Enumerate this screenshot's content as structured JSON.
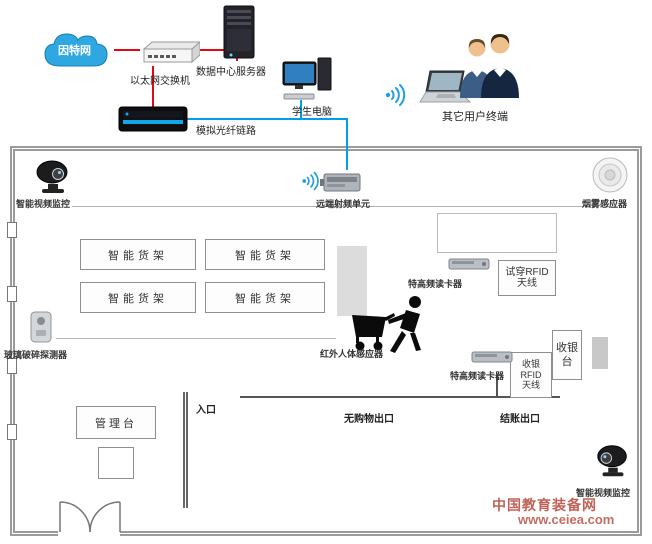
{
  "top": {
    "internet": "因特网",
    "switch_label": "以太网交换机",
    "server_label": "数据中心服务器",
    "pc_label": "学生电脑",
    "fiber_label": "模拟光纤链路",
    "other_terminals": "其它用户终端"
  },
  "store": {
    "camera_tl": "智能视频监控",
    "rru": "远端射频单元",
    "smoke": "烟雾感应器",
    "shelves": [
      "智能货架",
      "智能货架",
      "智能货架",
      "智能货架"
    ],
    "uhf_fitting": "特高频读卡器",
    "fitting_ant1": "试穿RFID",
    "fitting_ant2": "天线",
    "glass": "玻璃破碎探测器",
    "infrared": "红外人体感应器",
    "uhf_cashier": "特高频读卡器",
    "cash_ant1": "收银",
    "cash_ant2": "RFID",
    "cash_ant3": "天线",
    "cashier_desk": "收银台",
    "management": "管理台",
    "entrance": "入口",
    "exit_no_purchase": "无购物出口",
    "exit_checkout": "结账出口",
    "camera_br": "智能视频监控"
  },
  "watermark": {
    "line1": "中国教育装备网",
    "line2": "www.ceiea.com"
  },
  "colors": {
    "line_red": "#e30613",
    "line_blue": "#00a0e9",
    "cloud_blue": "#2fa8e1",
    "wall_gray": "#9b9b9b",
    "watermark_red": "#b5483b"
  },
  "icons": {
    "internet-cloud-icon": "cloud",
    "ethernet-switch-icon": "3d-switch-box",
    "server-icon": "tower-server",
    "student-pc-icon": "desktop-computer",
    "fiber-rack-icon": "rack-device",
    "wifi-icon": "wifi-waves",
    "laptop-icon": "laptop",
    "users-icon": "two-people",
    "camera-icon": "cctv-camera",
    "rru-icon": "rf-unit-box",
    "smoke-sensor-icon": "concentric-circles",
    "glass-detector-icon": "wall-sensor",
    "uhf-reader-icon": "card-reader",
    "shopper-cart-icon": "person-pushing-cart",
    "door-icon": "double-door-swing"
  }
}
